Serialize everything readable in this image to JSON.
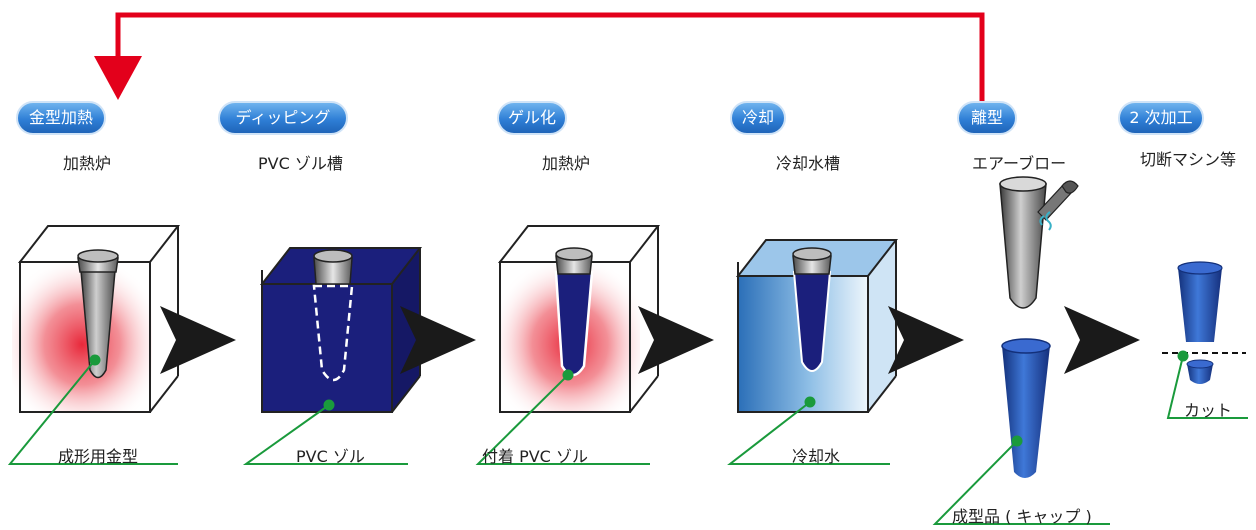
{
  "steps": [
    {
      "name": "金型加熱",
      "equipment": "加熱炉"
    },
    {
      "name": "ディッピング",
      "equipment": "PVC ゾル槽"
    },
    {
      "name": "ゲル化",
      "equipment": "加熱炉"
    },
    {
      "name": "冷却",
      "equipment": "冷却水槽"
    },
    {
      "name": "離型",
      "equipment": "エアーブロー"
    },
    {
      "name": "2 次加工",
      "equipment": "切断マシン等"
    }
  ],
  "callouts": {
    "mold": "成形用金型",
    "sol": "PVC ゾル",
    "attached_sol": "付着 PVC ゾル",
    "cooling_water": "冷却水",
    "product": "成型品 ( キャップ )",
    "cut": "カット"
  },
  "colors": {
    "loop_arrow": "#e3001b",
    "pill": "#2f7fd6",
    "callout_line": "#1a9a3c",
    "heat": "#e8283a",
    "sol_fill": "#1b1f7c",
    "water": "#2b6fb8",
    "product": "#1f4fb0",
    "process_arrow": "#1a1a1a"
  },
  "icons": [
    "heat-glow",
    "mold-icon",
    "air-nozzle-icon",
    "process-arrow"
  ]
}
